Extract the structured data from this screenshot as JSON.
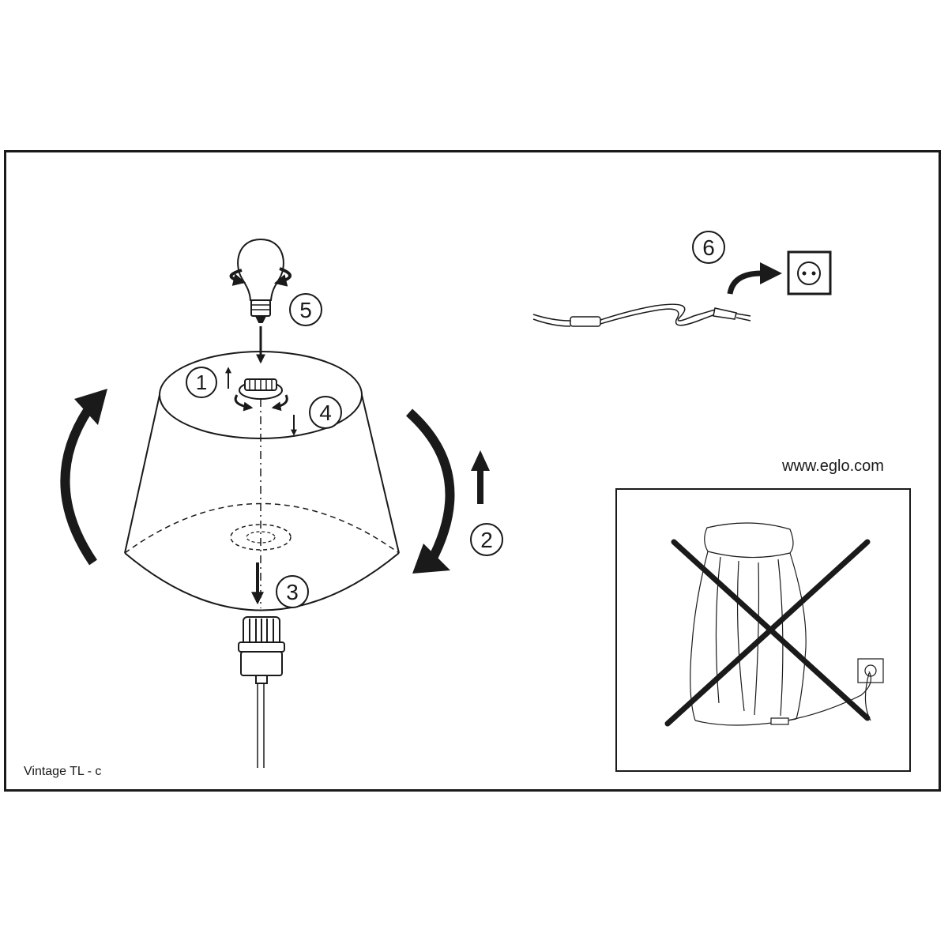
{
  "website": "www.eglo.com",
  "model_label": "Vintage TL - c",
  "steps": [
    "1",
    "2",
    "3",
    "4",
    "5",
    "6"
  ],
  "colors": {
    "ink": "#1a1a1a",
    "background": "#ffffff"
  }
}
